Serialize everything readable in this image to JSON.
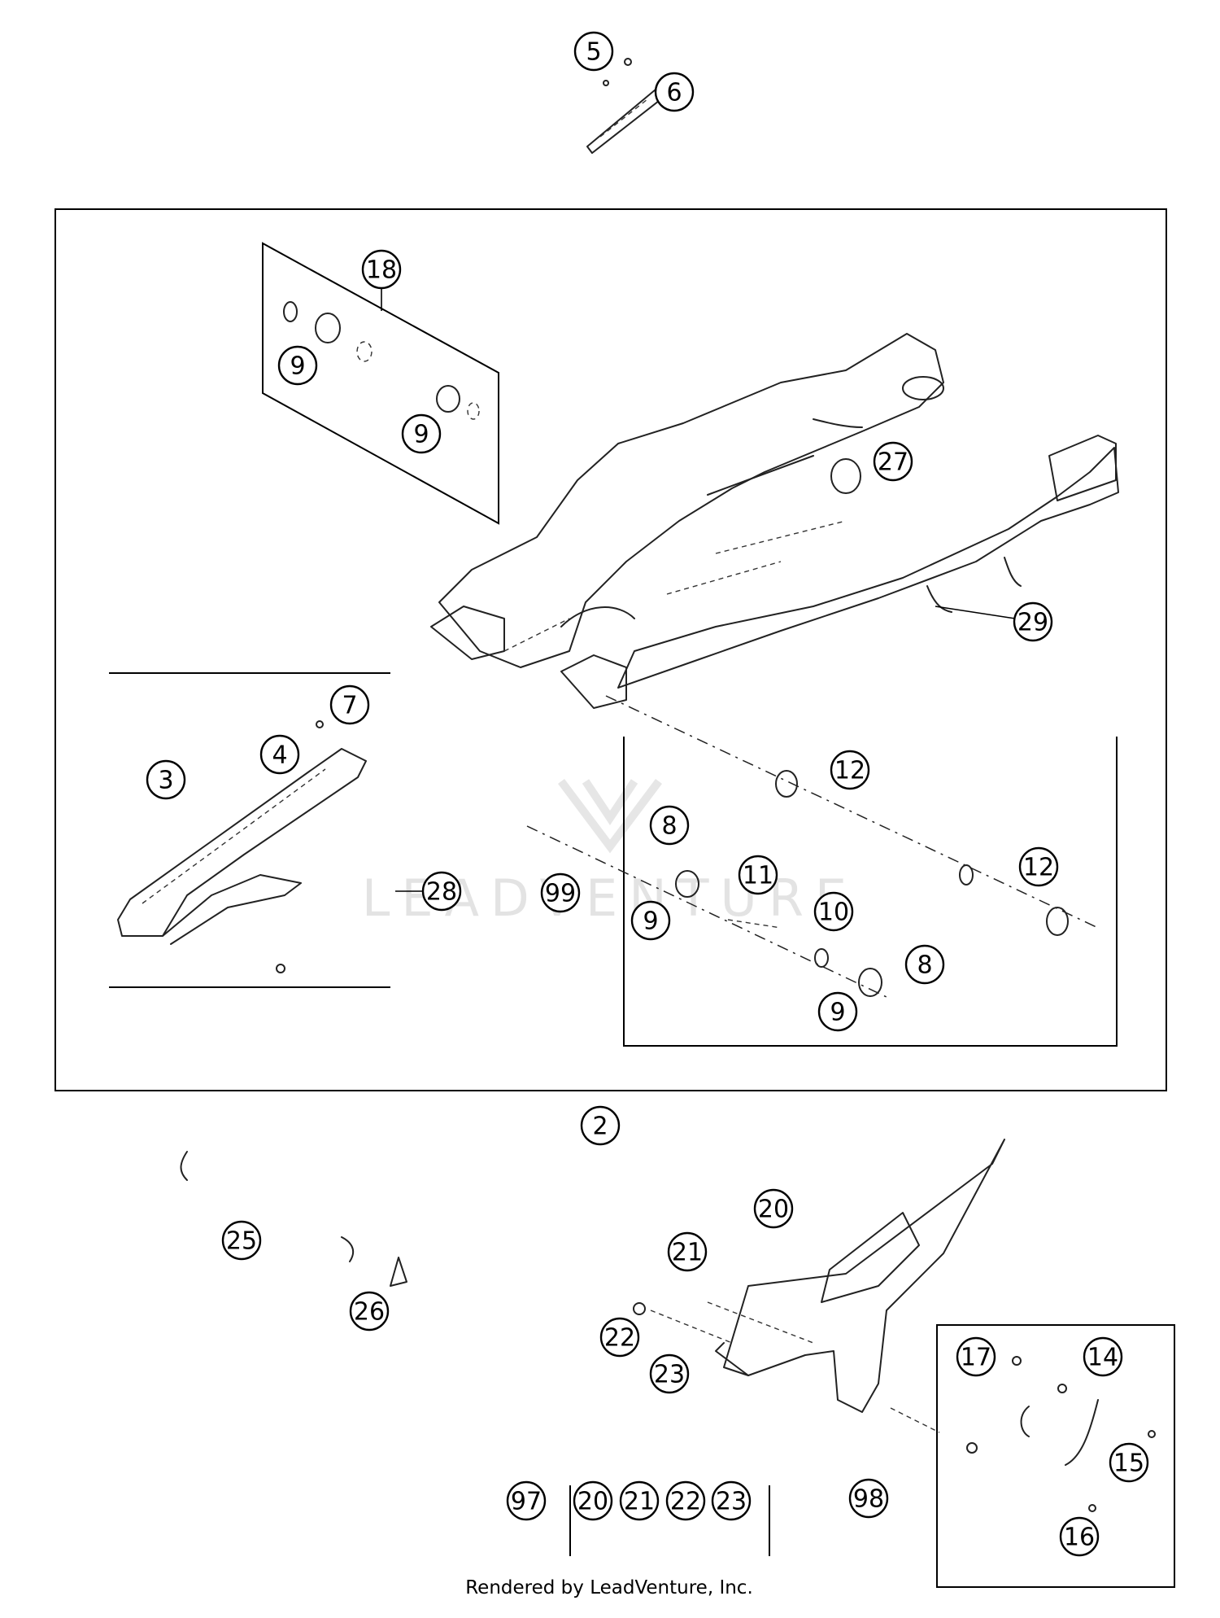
{
  "callouts": [
    {
      "id": "c-5",
      "label": "5"
    },
    {
      "id": "c-6",
      "label": "6"
    },
    {
      "id": "c-18",
      "label": "18"
    },
    {
      "id": "c-9-a",
      "label": "9"
    },
    {
      "id": "c-9-b",
      "label": "9"
    },
    {
      "id": "c-27",
      "label": "27"
    },
    {
      "id": "c-29",
      "label": "29"
    },
    {
      "id": "c-7",
      "label": "7"
    },
    {
      "id": "c-4",
      "label": "4"
    },
    {
      "id": "c-3",
      "label": "3"
    },
    {
      "id": "c-12-a",
      "label": "12"
    },
    {
      "id": "c-8-a",
      "label": "8"
    },
    {
      "id": "c-28",
      "label": "28"
    },
    {
      "id": "c-99",
      "label": "99"
    },
    {
      "id": "c-11",
      "label": "11"
    },
    {
      "id": "c-12-b",
      "label": "12"
    },
    {
      "id": "c-9-c",
      "label": "9"
    },
    {
      "id": "c-10",
      "label": "10"
    },
    {
      "id": "c-8-b",
      "label": "8"
    },
    {
      "id": "c-9-d",
      "label": "9"
    },
    {
      "id": "c-2",
      "label": "2"
    },
    {
      "id": "c-20-a",
      "label": "20"
    },
    {
      "id": "c-25",
      "label": "25"
    },
    {
      "id": "c-21-a",
      "label": "21"
    },
    {
      "id": "c-26",
      "label": "26"
    },
    {
      "id": "c-22-a",
      "label": "22"
    },
    {
      "id": "c-23-a",
      "label": "23"
    },
    {
      "id": "c-17",
      "label": "17"
    },
    {
      "id": "c-14",
      "label": "14"
    },
    {
      "id": "c-15",
      "label": "15"
    },
    {
      "id": "c-97",
      "label": "97"
    },
    {
      "id": "c-20-b",
      "label": "20"
    },
    {
      "id": "c-21-b",
      "label": "21"
    },
    {
      "id": "c-22-b",
      "label": "22"
    },
    {
      "id": "c-23-b",
      "label": "23"
    },
    {
      "id": "c-98",
      "label": "98"
    },
    {
      "id": "c-16",
      "label": "16"
    }
  ],
  "watermark": "LEADVENTURE",
  "credit": "Rendered by LeadVenture, Inc."
}
